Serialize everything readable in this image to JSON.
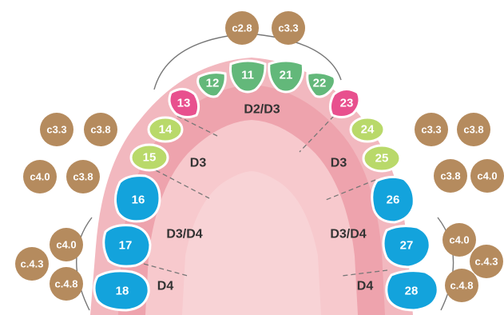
{
  "colors": {
    "gum_outer": "#f2b8bf",
    "gum_mid": "#eea3ad",
    "palate_inner": "#f7c9cd",
    "palate_center": "#f8d3d6",
    "tooth_green_dark": "#63b87a",
    "tooth_green_light": "#b9d96a",
    "tooth_pink": "#e8508e",
    "tooth_blue": "#13a3dc",
    "badge_brown": "#b58b5e",
    "arc_gray": "#777777",
    "zone_text": "#333333"
  },
  "teeth": [
    {
      "id": "t12",
      "label": "12",
      "color": "tooth_green_dark"
    },
    {
      "id": "t11",
      "label": "11",
      "color": "tooth_green_dark"
    },
    {
      "id": "t21",
      "label": "21",
      "color": "tooth_green_dark"
    },
    {
      "id": "t22",
      "label": "22",
      "color": "tooth_green_dark"
    },
    {
      "id": "t13",
      "label": "13",
      "color": "tooth_pink"
    },
    {
      "id": "t23",
      "label": "23",
      "color": "tooth_pink"
    },
    {
      "id": "t14",
      "label": "14",
      "color": "tooth_green_light"
    },
    {
      "id": "t24",
      "label": "24",
      "color": "tooth_green_light"
    },
    {
      "id": "t15",
      "label": "15",
      "color": "tooth_green_light"
    },
    {
      "id": "t25",
      "label": "25",
      "color": "tooth_green_light"
    },
    {
      "id": "t16",
      "label": "16",
      "color": "tooth_blue"
    },
    {
      "id": "t26",
      "label": "26",
      "color": "tooth_blue"
    },
    {
      "id": "t17",
      "label": "17",
      "color": "tooth_blue"
    },
    {
      "id": "t27",
      "label": "27",
      "color": "tooth_blue"
    },
    {
      "id": "t18",
      "label": "18",
      "color": "tooth_blue"
    },
    {
      "id": "t28",
      "label": "28",
      "color": "tooth_blue"
    }
  ],
  "zones": {
    "front": "D2/D3",
    "left_d3": "D3",
    "right_d3": "D3",
    "left_d3d4": "D3/D4",
    "right_d3d4": "D3/D4",
    "left_d4": "D4",
    "right_d4": "D4"
  },
  "badges": {
    "top_left": "c2.8",
    "top_right": "c3.3",
    "left_row1_a": "c3.3",
    "left_row1_b": "c3.8",
    "left_row2_a": "c4.0",
    "left_row2_b": "c3.8",
    "left_row3": "c4.0",
    "left_row4": "c.4.3",
    "left_row5": "c.4.8",
    "right_row1_a": "c3.3",
    "right_row1_b": "c3.8",
    "right_row2_a": "c3.8",
    "right_row2_b": "c4.0",
    "right_row3": "c4.0",
    "right_row4": "c.4.3",
    "right_row5": "c.4.8"
  }
}
